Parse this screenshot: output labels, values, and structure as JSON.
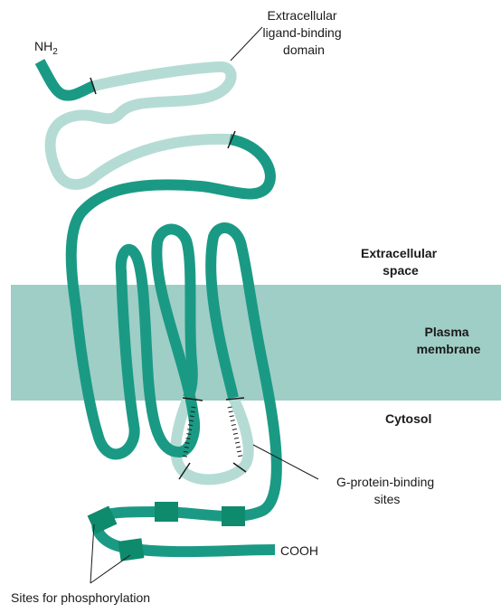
{
  "labels": {
    "nh2_main": "NH",
    "nh2_sub": "2",
    "extracellular_domain": [
      "Extracellular",
      "ligand-binding",
      "domain"
    ],
    "extracellular_space": [
      "Extracellular",
      "space"
    ],
    "plasma_membrane": [
      "Plasma",
      "membrane"
    ],
    "cytosol": "Cytosol",
    "g_protein_sites": [
      "G-protein-binding",
      "sites"
    ],
    "cooh": "COOH",
    "phosphorylation": "Sites for phosphorylation"
  },
  "colors": {
    "membrane": "#9fcec6",
    "chain_dark": "#1a9a84",
    "chain_light": "#b5dcd4",
    "phospho_site": "#0e8a6c",
    "text": "#1a1a1a"
  }
}
